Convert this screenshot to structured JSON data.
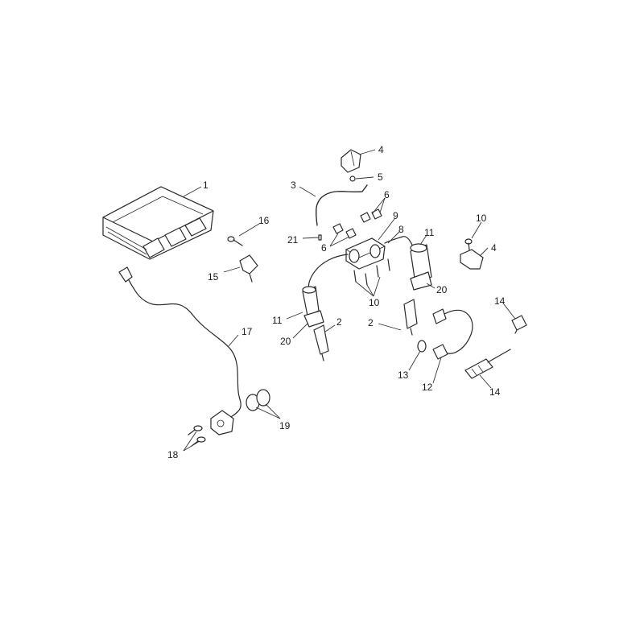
{
  "callouts": {
    "c1": "1",
    "c2a": "2",
    "c2b": "2",
    "c3": "3",
    "c4a": "4",
    "c4b": "4",
    "c5": "5",
    "c6a": "6",
    "c6b": "6",
    "c8": "8",
    "c9": "9",
    "c10a": "10",
    "c10b": "10",
    "c11a": "11",
    "c11b": "11",
    "c12": "12",
    "c13": "13",
    "c14a": "14",
    "c14b": "14",
    "c15": "15",
    "c16": "16",
    "c17": "17",
    "c18": "18",
    "c19": "19",
    "c20a": "20",
    "c20b": "20",
    "c21": "21"
  }
}
